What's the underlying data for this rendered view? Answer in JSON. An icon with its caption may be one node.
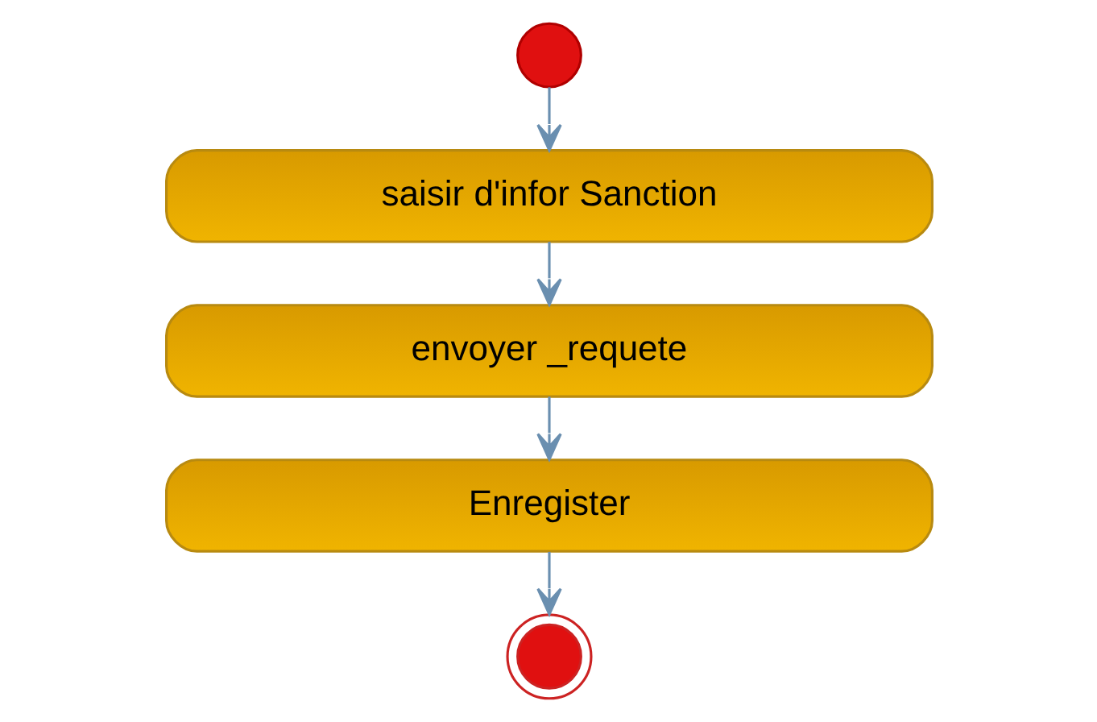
{
  "diagram": {
    "nodes": [
      {
        "text": [],
        "shape": "circle"
      },
      {
        "text": [
          "saisir d'infor Sanction"
        ]
      },
      {
        "text": [
          "envoyer _requete"
        ]
      },
      {
        "text": [
          "Enregister"
        ]
      },
      {
        "text": [],
        "shape": "circle"
      }
    ],
    "edges": [
      {
        "from": 0,
        "to": 1,
        "arrow": "to"
      },
      {
        "from": 1,
        "to": 2,
        "arrow": "to"
      },
      {
        "from": 2,
        "to": 3,
        "arrow": "to"
      },
      {
        "from": 3,
        "to": 4,
        "arrow": "to"
      }
    ]
  }
}
